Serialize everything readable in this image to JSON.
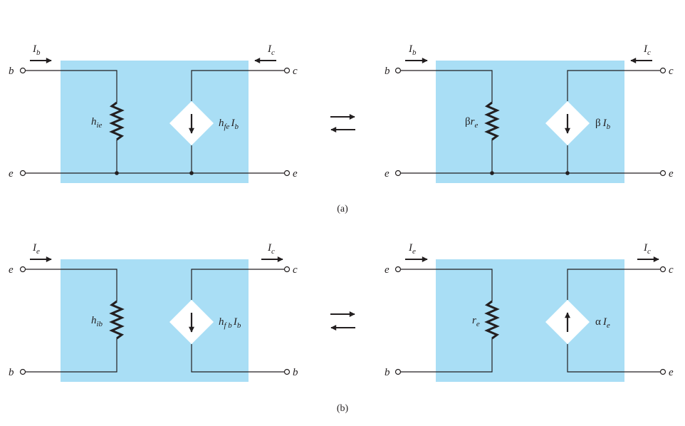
{
  "colors": {
    "shade": "#a9def5",
    "ink": "#231f20",
    "source_fill": "#ffffff"
  },
  "a": {
    "caption": "(a)",
    "left": {
      "in_top": "b",
      "in_bottom": "e",
      "out_top": "c",
      "out_bottom": "e",
      "i_in": {
        "main": "I",
        "sub": "b"
      },
      "i_out": {
        "main": "I",
        "sub": "c"
      },
      "r": {
        "main": "h",
        "sub": "ie"
      },
      "src": {
        "main": "h",
        "sub": "fe",
        "main2": "I",
        "sub2": "b"
      }
    },
    "right": {
      "in_top": "b",
      "in_bottom": "e",
      "out_top": "c",
      "out_bottom": "e",
      "i_in": {
        "main": "I",
        "sub": "b"
      },
      "i_out": {
        "main": "I",
        "sub": "c"
      },
      "r": {
        "greek": "β",
        "main": "r",
        "sub": "e"
      },
      "src": {
        "greek": "β",
        "main": "I",
        "sub": "b"
      }
    }
  },
  "b": {
    "caption": "(b)",
    "left": {
      "in_top": "e",
      "in_bottom": "b",
      "out_top": "c",
      "out_bottom": "b",
      "i_in": {
        "main": "I",
        "sub": "e"
      },
      "i_out": {
        "main": "I",
        "sub": "c"
      },
      "r": {
        "main": "h",
        "sub": "ib"
      },
      "src": {
        "main": "h",
        "sub": "f b",
        "main2": "I",
        "sub2": "b"
      }
    },
    "right": {
      "in_top": "e",
      "in_bottom": "b",
      "out_top": "c",
      "out_bottom": "e",
      "i_in": {
        "main": "I",
        "sub": "e"
      },
      "i_out": {
        "main": "I",
        "sub": "c"
      },
      "r": {
        "main": "r",
        "sub": "e"
      },
      "src": {
        "greek": "α",
        "main": "I",
        "sub": "e"
      }
    }
  }
}
